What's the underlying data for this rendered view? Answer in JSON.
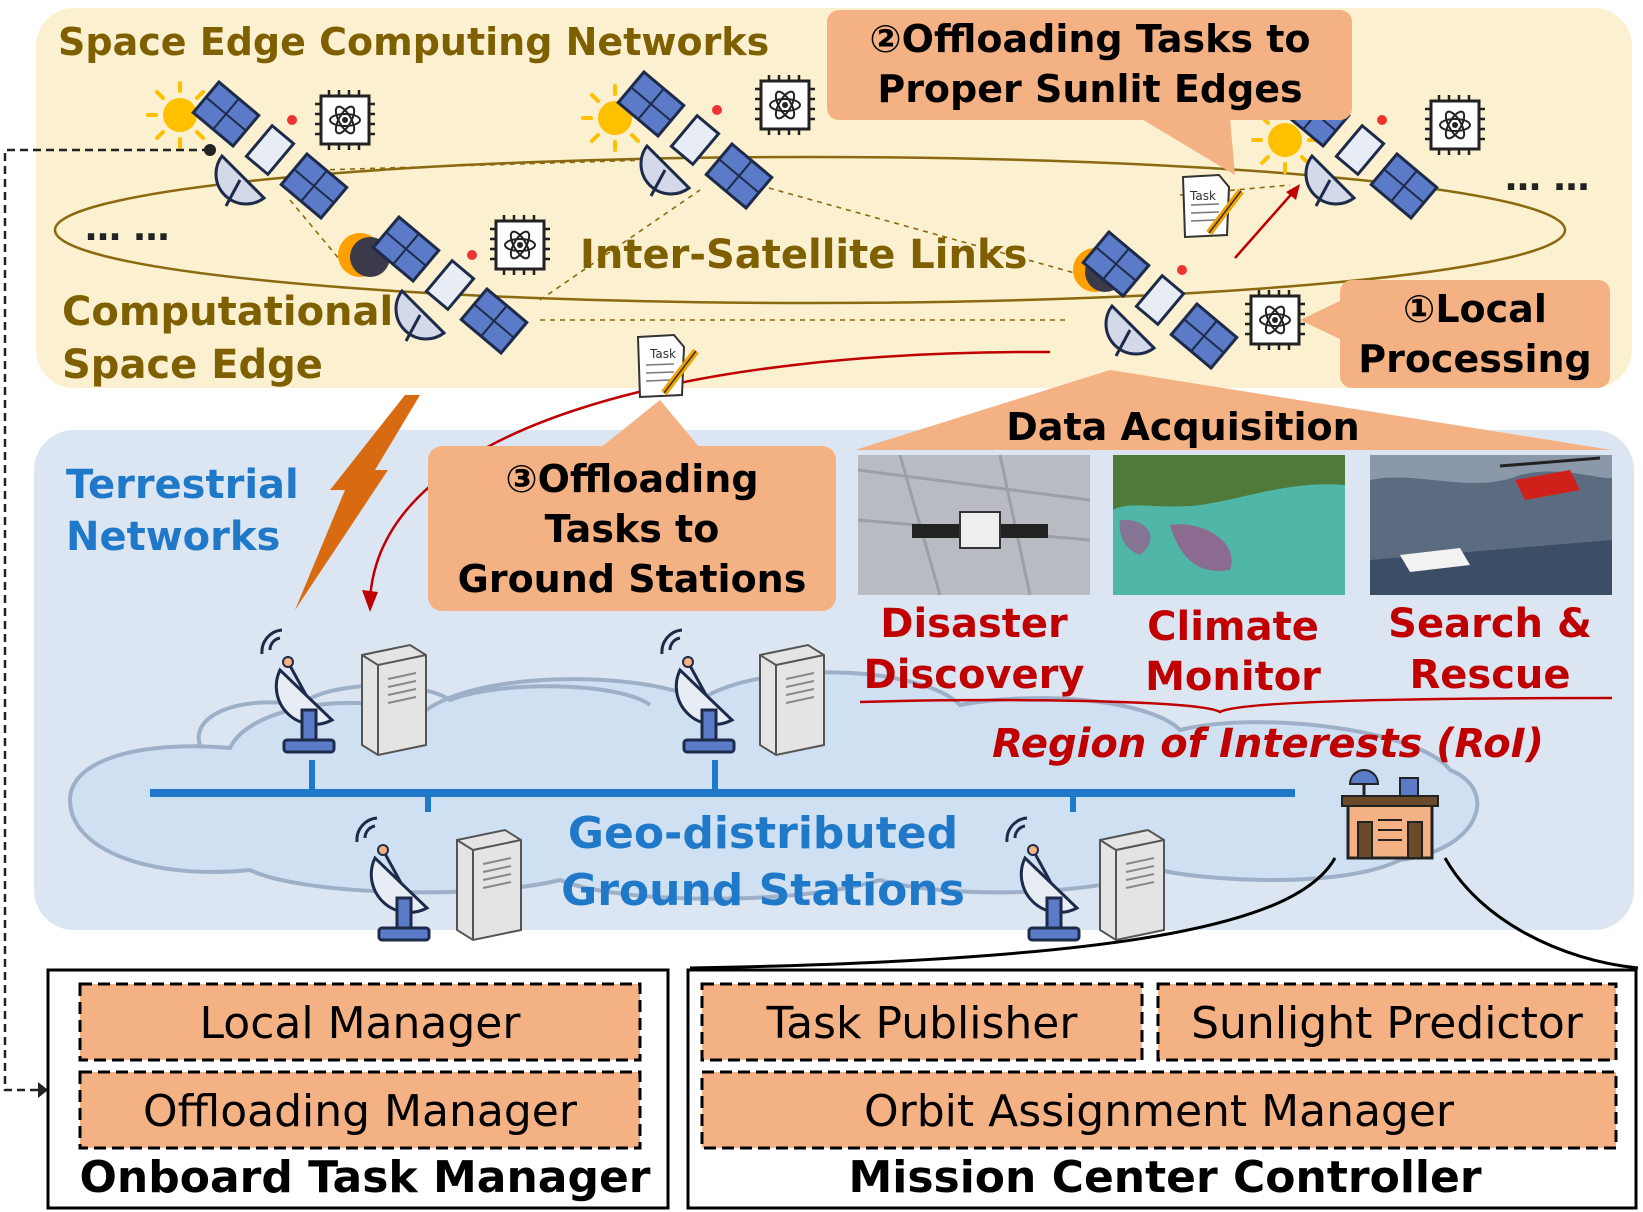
{
  "space": {
    "title": "Space Edge Computing Networks",
    "edge_label_1": "Computational",
    "edge_label_2": "Space Edge",
    "isl": "Inter-Satellite Links",
    "dots_left": "… …",
    "dots_right": "… …"
  },
  "callouts": {
    "offload_sunlit_1": "②Offloading Tasks to",
    "offload_sunlit_2": "Proper Sunlit Edges",
    "local_1": "①Local",
    "local_2": "Processing",
    "offload_ground_1": "③Offloading",
    "offload_ground_2": "Tasks  to",
    "offload_ground_3": "Ground Stations"
  },
  "task_label": "Task",
  "terrestrial": {
    "title_1": "Terrestrial",
    "title_2": "Networks",
    "gs_1": "Geo-distributed",
    "gs_2": "Ground Stations"
  },
  "acquisition": {
    "title": "Data Acquisition",
    "apps": [
      {
        "line1": "Disaster",
        "line2": "Discovery"
      },
      {
        "line1": "Climate",
        "line2": "Monitor"
      },
      {
        "line1": "Search &",
        "line2": "Rescue"
      }
    ],
    "roi": "Region of Interests (RoI)"
  },
  "onboard": {
    "title": "Onboard Task Manager",
    "modules": [
      "Local Manager",
      "Offloading Manager"
    ]
  },
  "mission": {
    "title": "Mission Center Controller",
    "modules": [
      "Task Publisher",
      "Sunlight Predictor",
      "Orbit Assignment Manager"
    ]
  },
  "colors": {
    "space_bg": "#FBF0CF",
    "terrestrial_bg": "#DCE6F3",
    "callout": "#F4B183",
    "module": "#F4B183",
    "title_gold": "#7F6000",
    "blue_text": "#1F78C8",
    "red_text": "#C00000",
    "bus_blue": "#1F78C8"
  }
}
